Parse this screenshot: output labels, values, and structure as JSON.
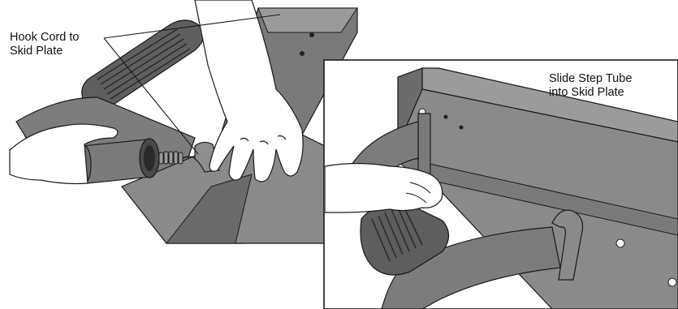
{
  "callouts": {
    "left_line1": "Hook Cord to",
    "left_line2": "Skid Plate",
    "right_line1": "Slide Step Tube",
    "right_line2": "into Skid Plate"
  },
  "colors": {
    "frame_dark": "#6e6e6e",
    "frame_mid": "#8c8c8c",
    "frame_light": "#a8a8a8",
    "skin": "#ffffff",
    "outline": "#1a1a1a",
    "background": "#ffffff"
  }
}
